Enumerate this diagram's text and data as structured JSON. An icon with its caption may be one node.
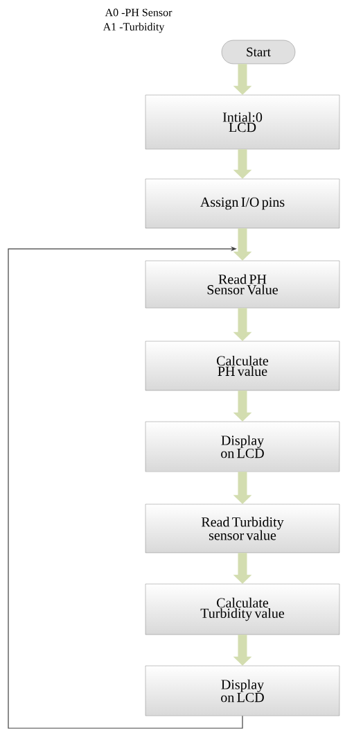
{
  "diagram": {
    "nodes": [
      {
        "text": [
          "Start"
        ]
      },
      {
        "text": [
          "Intial:0 LCD"
        ]
      },
      {
        "text": [
          "Assign I/O pins"
        ]
      },
      {
        "text": [
          "Read PH Sensor Value"
        ]
      },
      {
        "text": [
          "Calculate PH value"
        ]
      },
      {
        "text": [
          "Display on LCD"
        ]
      },
      {
        "text": [
          "Read Turbidity sensor value"
        ]
      },
      {
        "text": [
          "Calculate Turbidity value"
        ]
      },
      {
        "text": [
          "Display on LCD"
        ]
      }
    ],
    "edges": [
      {
        "from": 0,
        "to": 1,
        "arrow": "to"
      },
      {
        "from": 1,
        "to": 2,
        "arrow": "to"
      },
      {
        "from": 2,
        "to": 3,
        "arrow": "to"
      },
      {
        "from": 3,
        "to": 4,
        "arrow": "to"
      },
      {
        "from": 4,
        "to": 5,
        "arrow": "to"
      },
      {
        "from": 5,
        "to": 6,
        "arrow": "to"
      },
      {
        "from": 6,
        "to": 7,
        "arrow": "to"
      },
      {
        "from": 7,
        "to": 8,
        "arrow": "to"
      },
      {
        "from": 8,
        "to": 3,
        "arrow": "to",
        "color": "#404040"
      }
    ],
    "labels": [
      "A0 -PH Sensor",
      "A1 -Turbidity"
    ]
  }
}
